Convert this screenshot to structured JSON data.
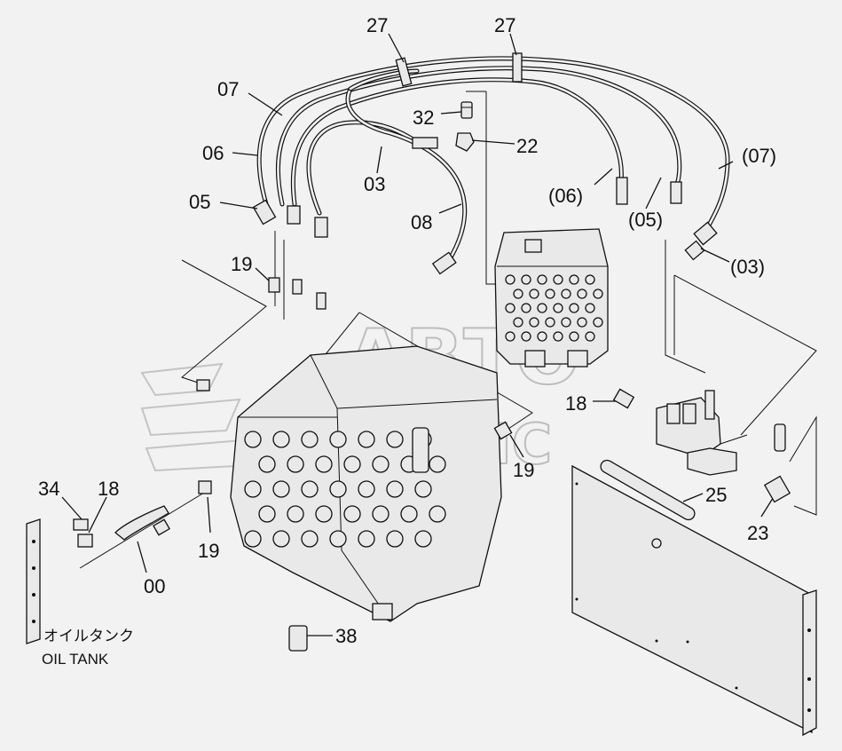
{
  "labels": {
    "l27a": "27",
    "l27b": "27",
    "l07": "07",
    "l32": "32",
    "l22": "22",
    "l06": "06",
    "l03": "03",
    "l05": "05",
    "l08": "08",
    "l06p": "(06)",
    "l07p": "(07)",
    "l05p": "(05)",
    "l03p": "(03)",
    "l19a": "19",
    "l18a": "18",
    "l19b": "19",
    "l25": "25",
    "l34": "34",
    "l18b": "18",
    "l19c": "19",
    "l23": "23",
    "l00": "00",
    "l38": "38"
  },
  "oil_tank": {
    "jp": "オイルタンク",
    "en": "OIL TANK"
  },
  "watermark": {
    "line1": "АВТО",
    "line2": "ДАЛЬЯНС"
  }
}
